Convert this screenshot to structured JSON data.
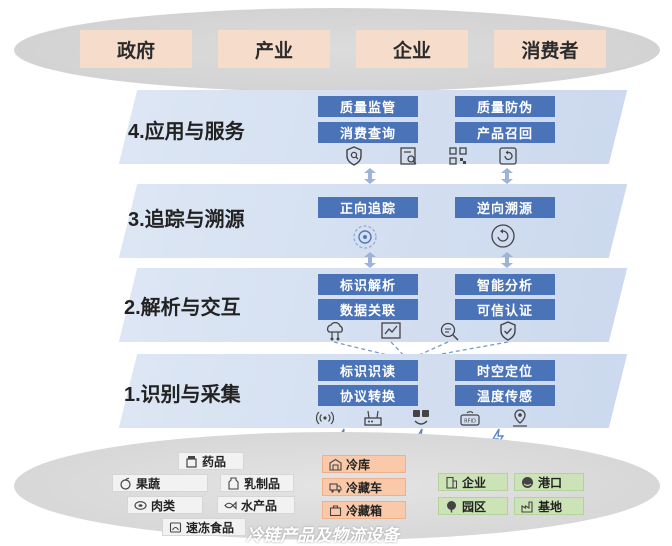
{
  "stakeholders": [
    "政府",
    "产业",
    "企业",
    "消费者"
  ],
  "layers": [
    {
      "title": "4.应用与服务",
      "boxes": [
        "质量监管",
        "质量防伪",
        "消费查询",
        "产品召回"
      ]
    },
    {
      "title": "3.追踪与溯源",
      "boxes": [
        "正向追踪",
        "逆向溯源"
      ]
    },
    {
      "title": "2.解析与交互",
      "boxes": [
        "标识解析",
        "智能分析",
        "数据关联",
        "可信认证"
      ]
    },
    {
      "title": "1.识别与采集",
      "boxes": [
        "标识识读",
        "时空定位",
        "协议转换",
        "温度传感"
      ]
    }
  ],
  "bottom": {
    "caption": "冷链产品及物流设备",
    "products": [
      "药品",
      "果蔬",
      "乳制品",
      "肉类",
      "水产品",
      "速冻食品"
    ],
    "equipment": [
      "冷库",
      "冷藏车",
      "冷藏箱"
    ],
    "places": [
      "企业",
      "港口",
      "园区",
      "基地"
    ]
  },
  "colors": {
    "box": "#4a73b8",
    "band": "#d6e1f2",
    "stake": "#f6dccb",
    "equipment": "#f9c9a9",
    "places": "#cbe3b6"
  }
}
